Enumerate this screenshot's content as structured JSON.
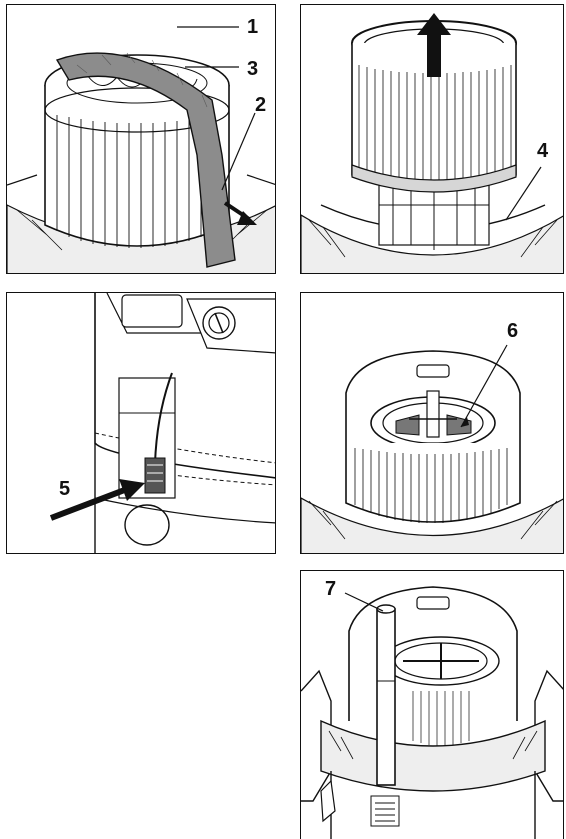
{
  "callouts": {
    "c1": "1",
    "c2": "2",
    "c3": "3",
    "c4": "4",
    "c5": "5",
    "c6": "6",
    "c7": "7"
  },
  "colors": {
    "ink": "#111111",
    "paper": "#ffffff",
    "shade": "#8c8c8c",
    "light": "#d6d6d6"
  }
}
